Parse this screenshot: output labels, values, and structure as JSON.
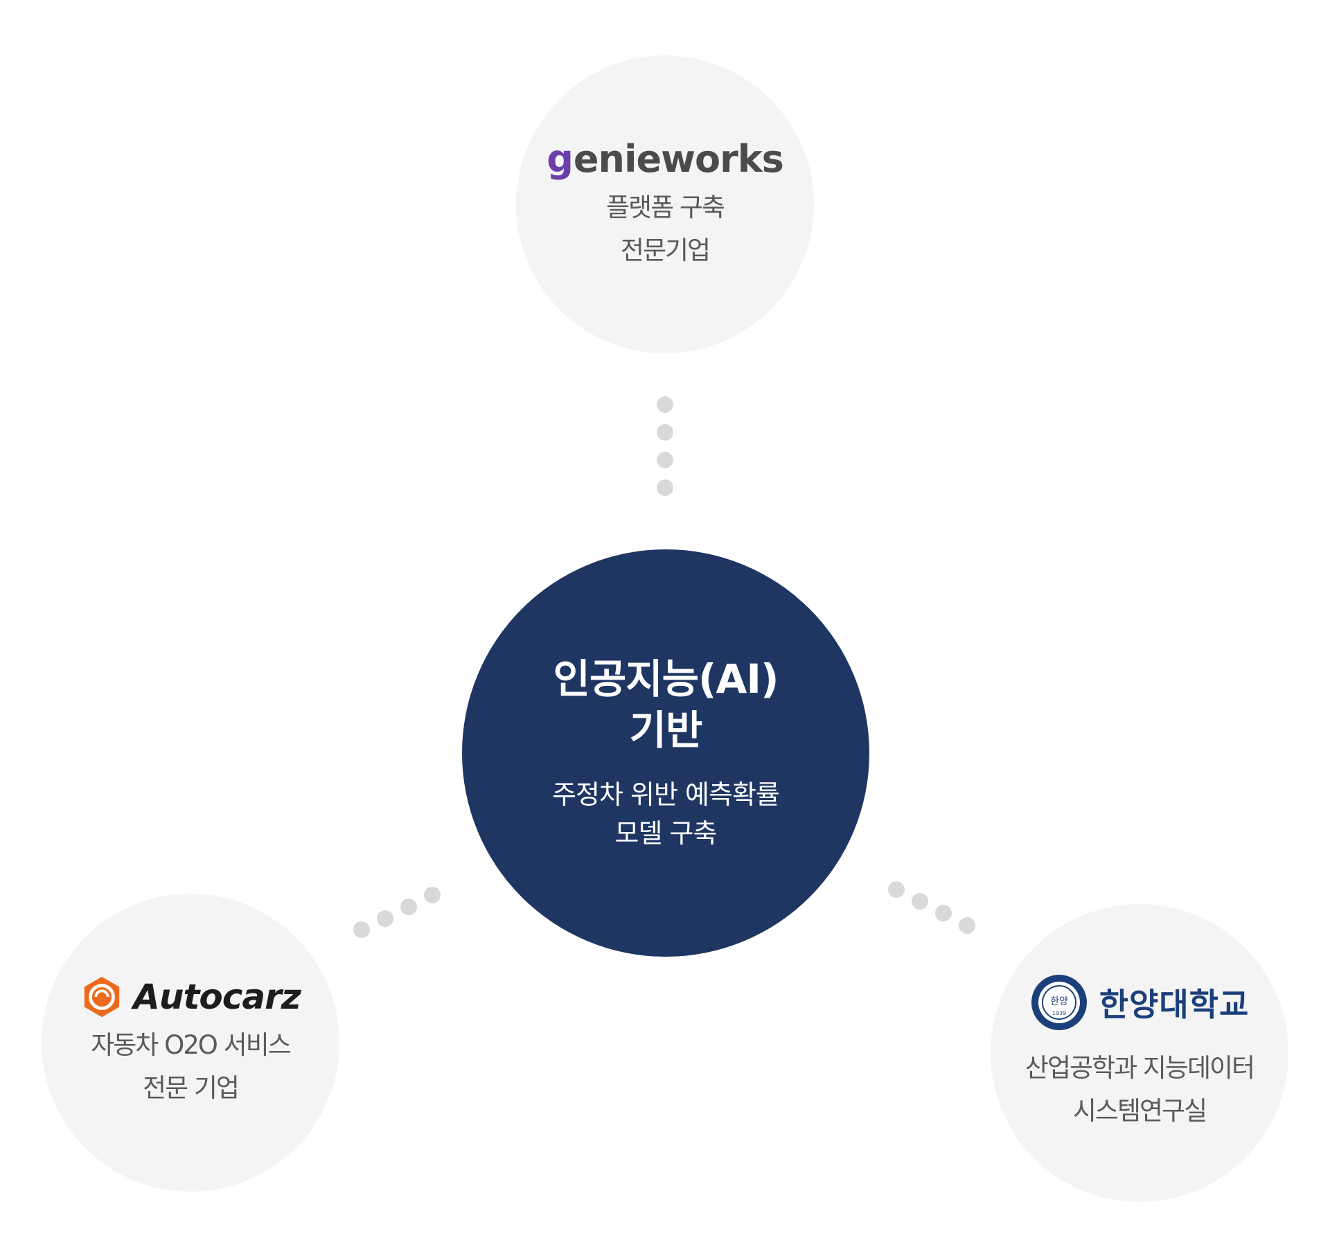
{
  "center": {
    "title_line1": "인공지능(AI)",
    "title_line2": "기반",
    "sub_line1": "주정차 위반 예측확률",
    "sub_line2": "모델 구축"
  },
  "partners": {
    "top": {
      "logo_g": "g",
      "logo_rest": "enieworks",
      "desc_line1": "플랫폼 구축",
      "desc_line2": "전문기업"
    },
    "left": {
      "logo_text": "Autocarz",
      "desc_line1": "자동차 O2O 서비스",
      "desc_line2": "전문 기업"
    },
    "right": {
      "logo_text": "한양대학교",
      "seal_text": "한양",
      "seal_year": "1939",
      "desc_line1": "산업공학과 지능데이터",
      "desc_line2": "시스템연구실"
    }
  },
  "colors": {
    "center_fill": "#1f3663",
    "partner_fill": "#f4f4f4",
    "dot": "#d9d9d9",
    "autocarz_orange": "#ec6a1c",
    "hanyang_blue": "#1b3f7a"
  }
}
